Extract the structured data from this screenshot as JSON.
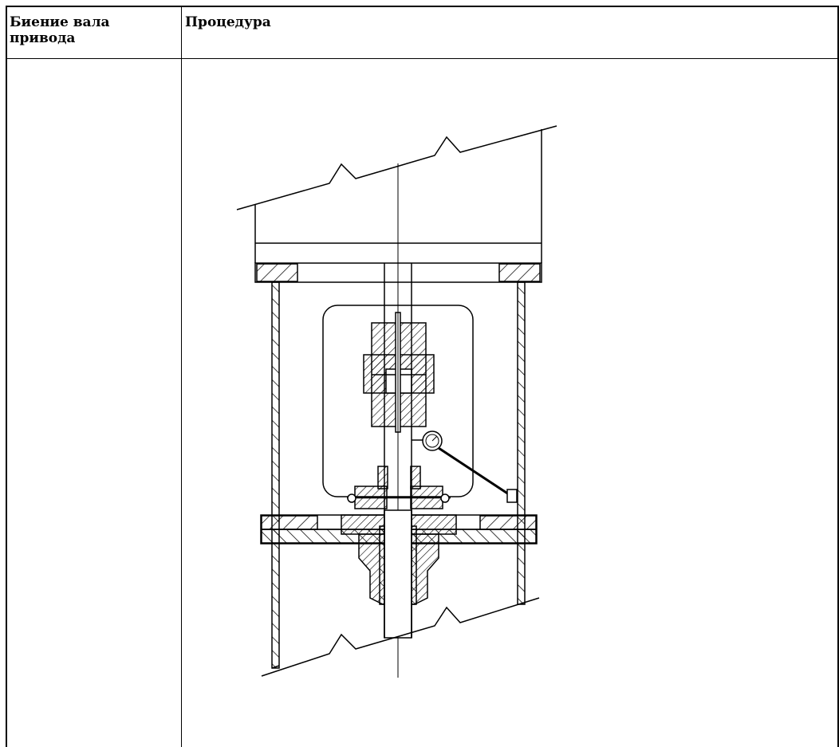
{
  "table": {
    "col1_header": "Биение вала привода",
    "col2_header": "Процедура"
  },
  "drawing": {
    "icon": "drive-shaft-runout-dial-indicator-drawing"
  }
}
